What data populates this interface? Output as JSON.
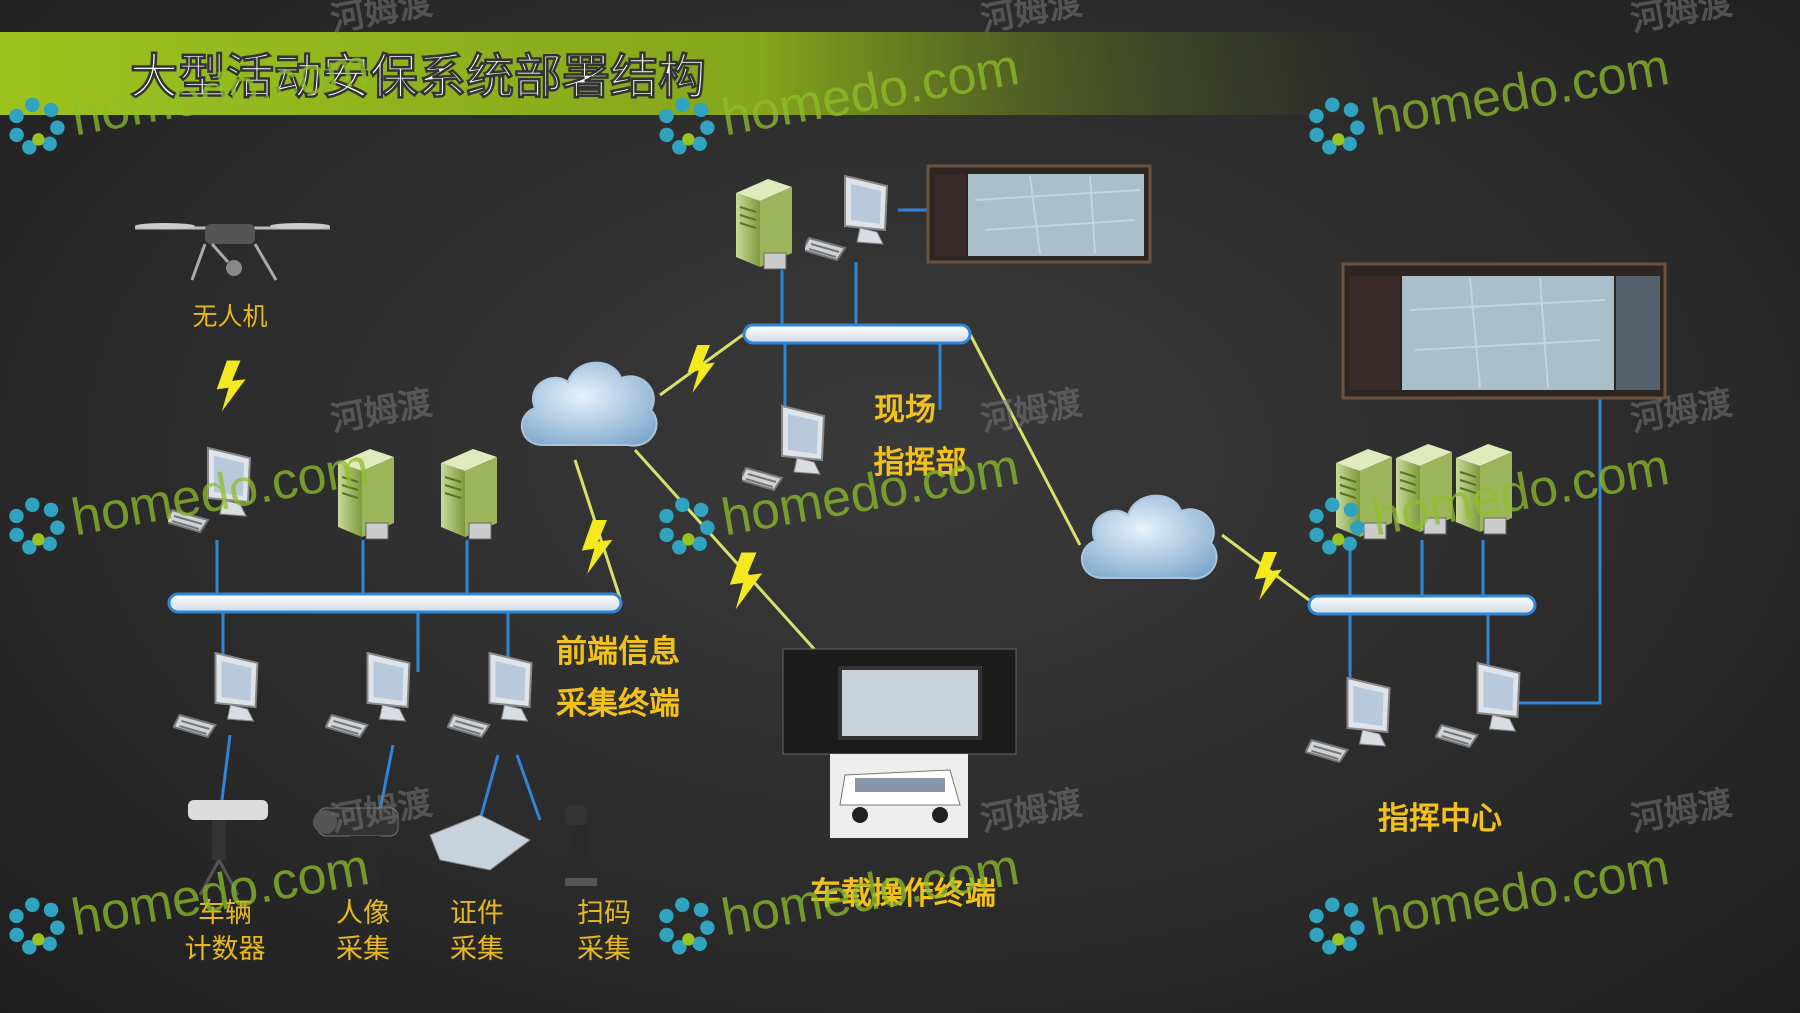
{
  "title": "大型活动安保系统部署结构",
  "colors": {
    "title_bar": "#8fb21e",
    "label": "#f2c21a",
    "wire": "#2f86d6",
    "bolt": "#f4e81e"
  },
  "labels": {
    "drone": "无人机",
    "site_command_1": "现场",
    "site_command_2": "指挥部",
    "frontend_1": "前端信息",
    "frontend_2": "采集终端",
    "command_center": "指挥中心",
    "vehicle_terminal": "车载操作终端",
    "vehicle_counter_1": "车辆",
    "vehicle_counter_2": "计数器",
    "portrait_1": "人像",
    "portrait_2": "采集",
    "id_1": "证件",
    "id_2": "采集",
    "scan_1": "扫码",
    "scan_2": "采集"
  },
  "watermark": {
    "latin": "homedo.com",
    "cn": "河姆渡"
  }
}
